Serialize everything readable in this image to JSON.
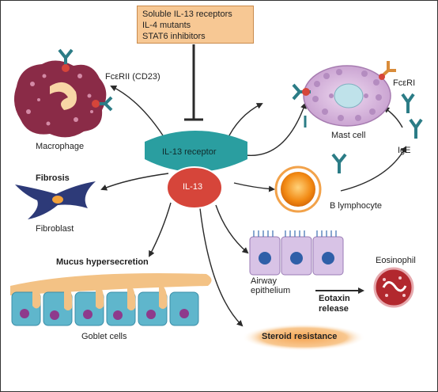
{
  "inhibitors": {
    "line1": "Soluble IL-13 receptors",
    "line2": "IL-4 mutants",
    "line3": "STAT6 inhibitors"
  },
  "receptor_label": "IL-13 receptor",
  "ligand_label": "IL-13",
  "macrophage": {
    "receptor": "FcεRII (CD23)",
    "name": "Macrophage"
  },
  "mast_cell": {
    "receptor": "FcεRI",
    "name": "Mast cell"
  },
  "ige_label": "IgE",
  "fibrosis": {
    "title": "Fibrosis",
    "cell": "Fibroblast"
  },
  "b_cell_label": "B lymphocyte",
  "mucus": {
    "title": "Mucus hypersecretion",
    "cell": "Goblet cells"
  },
  "airway": {
    "line1": "Airway",
    "line2": "epithelium"
  },
  "eotaxin": {
    "line1": "Eotaxin",
    "line2": "release"
  },
  "eosinophil_label": "Eosinophil",
  "steroid_label": "Steroid resistance",
  "colors": {
    "receptor": "#2a9ea0",
    "ligand": "#d6453a",
    "inhibitor_box": "#f7c894",
    "macrophage": "#8a2b47",
    "mast_cell": "#d9b6de",
    "b_cell": "#f0921e",
    "antibody": "#2b7c86",
    "mucus": "#f3c285",
    "goblet": "#5fb6cc",
    "airway": "#d8c3e6",
    "eosinophil": "#b2282e",
    "steroid_glow": "#f6b36a"
  }
}
